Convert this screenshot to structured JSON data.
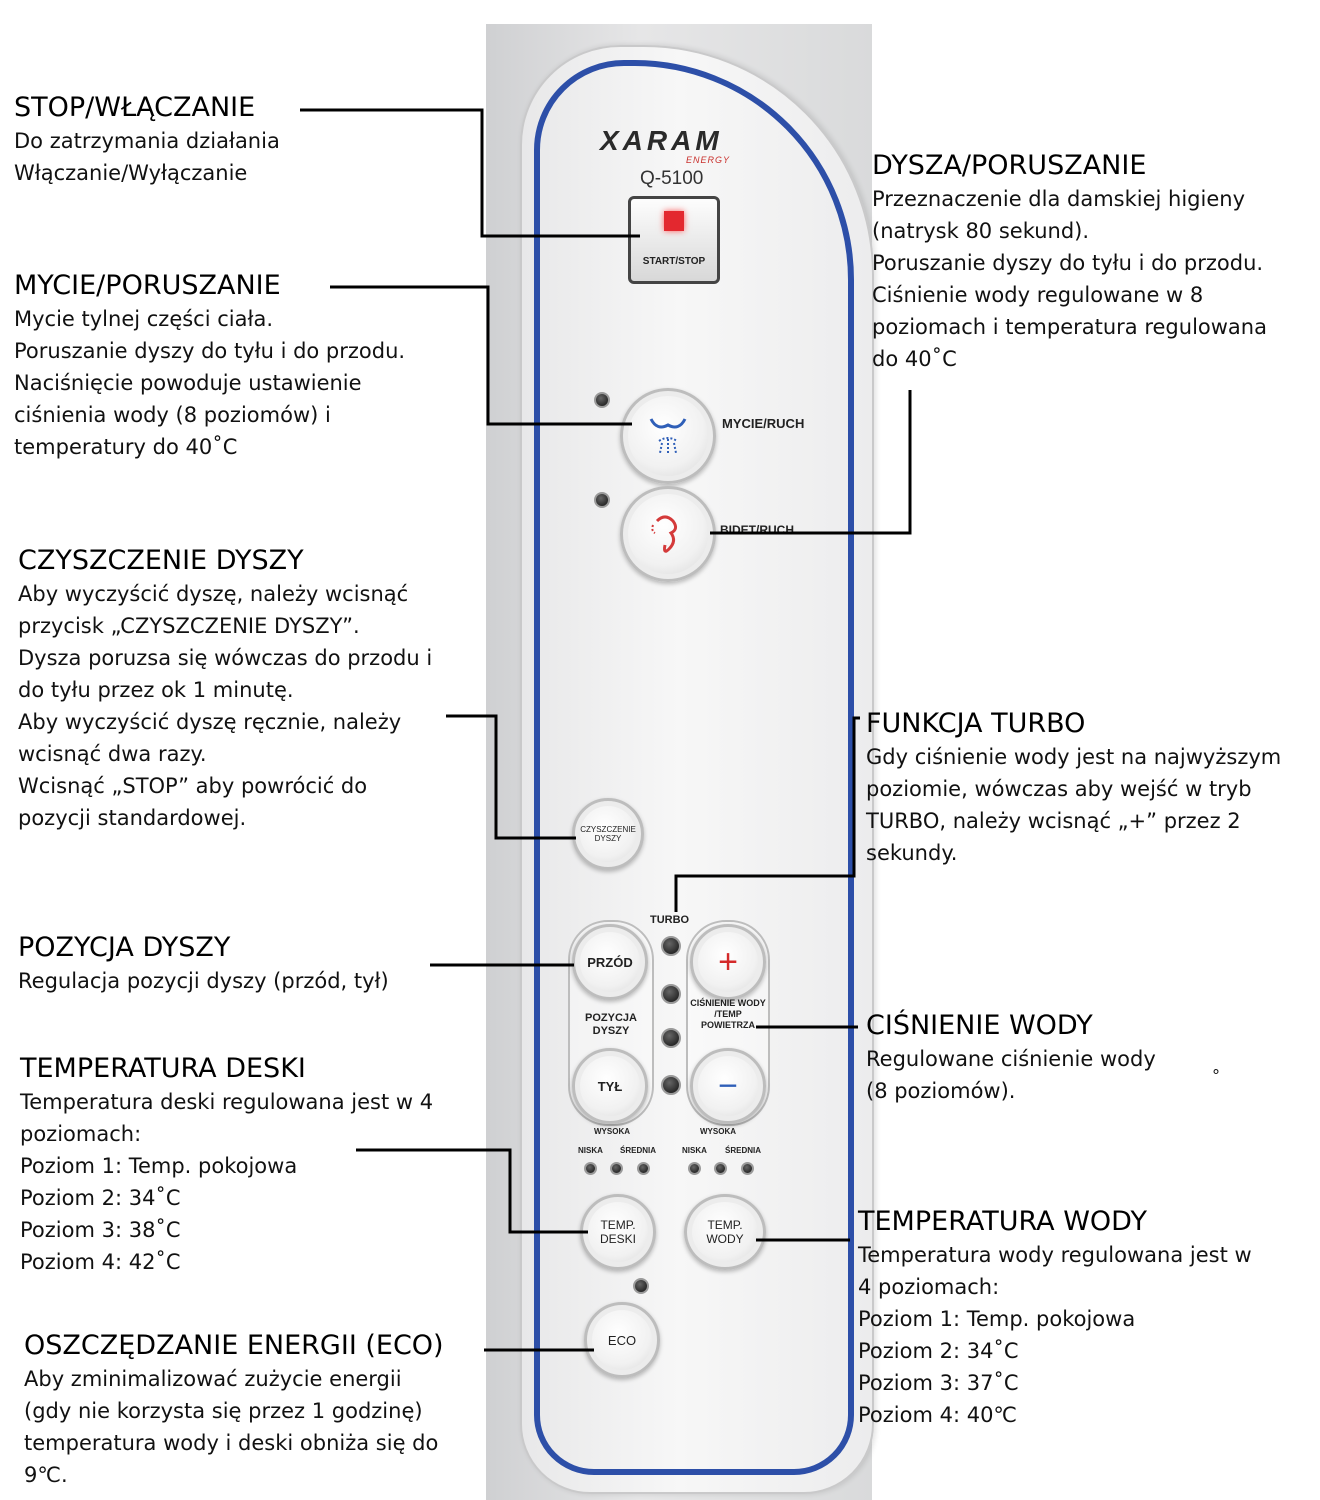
{
  "panel": {
    "brand": "XARAM",
    "brand_sub": "ENERGY",
    "model": "Q-5100",
    "start_stop": "START/STOP",
    "mycie_ruch": "MYCIE/RUCH",
    "bidet_ruch": "BIDET/RUCH",
    "czyszczenie_dyszy": "CZYSZCZENIE DYSZY",
    "turbo": "TURBO",
    "przod": "PRZÓD",
    "pozycja_dyszy": "POZYCJA DYSZY",
    "tyl": "TYŁ",
    "plus": "+",
    "minus": "−",
    "cisnienie": "CIŚNIENIE WODY /TEMP POWIETRZA",
    "wysoka_left": "WYSOKA",
    "niska_left": "NISKA",
    "srednia_left": "ŚREDNIA",
    "wysoka_right": "WYSOKA",
    "niska_right": "NISKA",
    "srednia_right": "ŚREDNIA",
    "temp_deski": "TEMP. DESKI",
    "temp_wody": "TEMP. WODY",
    "eco": "ECO"
  },
  "annotations": {
    "stop": {
      "title": "STOP/WŁĄCZANIE",
      "body": "Do zatrzymania działania\nWłączanie/Wyłączanie"
    },
    "mycie": {
      "title": "MYCIE/PORUSZANIE",
      "body": "Mycie tylnej części ciała.\nPoruszanie dyszy do tyłu i do przodu.\nNaciśnięcie powoduje ustawienie\nciśnienia wody (8 poziomów) i\ntemperatury do 40˚C"
    },
    "czyszczenie": {
      "title": "CZYSZCZENIE DYSZY",
      "body": "Aby wyczyścić dyszę, należy wcisnąć\nprzycisk „CZYSZCZENIE DYSZY”.\nDysza poruzsa się wówczas do przodu i\ndo tyłu przez ok 1 minutę.\nAby wyczyścić dyszę ręcznie, należy\nwcisnąć dwa razy.\nWcisnąć „STOP” aby powrócić do\npozycji standardowej."
    },
    "pozycja": {
      "title": "POZYCJA DYSZY",
      "body": "Regulacja pozycji dyszy (przód, tył)"
    },
    "temp_deski": {
      "title": "TEMPERATURA DESKI",
      "body": "Temperatura deski regulowana jest w 4\npoziomach:\nPoziom 1: Temp. pokojowa\nPoziom 2: 34˚C\nPoziom 3: 38˚C\nPoziom 4: 42˚C"
    },
    "eco": {
      "title": "OSZCZĘDZANIE ENERGII (ECO)",
      "body": "Aby zminimalizować zużycie energii\n(gdy nie korzysta się przez 1 godzinę)\ntemperatura wody i deski obniża się do\n9℃."
    },
    "dysza": {
      "title": "DYSZA/PORUSZANIE",
      "body": "Przeznaczenie dla damskiej higieny\n(natrysk 80 sekund).\nPoruszanie dyszy do tyłu i do przodu.\nCiśnienie wody regulowane w 8\npoziomach i temperatura regulowana\ndo 40˚C"
    },
    "turbo": {
      "title": "FUNKCJA TURBO",
      "body": "Gdy ciśnienie wody jest na najwyższym\npoziomie, wówczas aby wejść w tryb\nTURBO, należy wcisnąć „+” przez 2\nsekundy."
    },
    "cisnienie": {
      "title": "CIŚNIENIE WODY",
      "body": "Regulowane ciśnienie wody\n(8 poziomów)."
    },
    "temp_wody": {
      "title": "TEMPERATURA WODY",
      "body": "Temperatura wody regulowana jest w\n4 poziomach:\nPoziom 1: Temp. pokojowa\nPoziom 2: 34˚C\nPoziom 3: 37˚C\nPoziom 4: 40℃"
    }
  },
  "stray_mark": "°",
  "colors": {
    "panel_border": "#2d4fa8",
    "led_red": "#e3282f",
    "plus_red": "#d42a2a",
    "minus_blue": "#2f5fb8",
    "mycie_icon": "#2f5fb8",
    "bidet_icon": "#d43a3a"
  }
}
